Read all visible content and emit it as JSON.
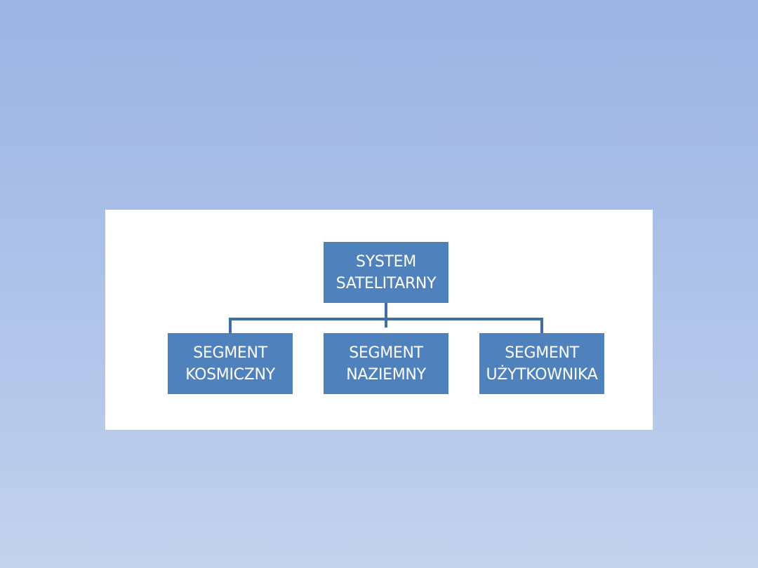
{
  "diagram": {
    "root": {
      "line1": "SYSTEM",
      "line2": "SATELITARNY"
    },
    "children": [
      {
        "line1": "SEGMENT",
        "line2": "KOSMICZNY"
      },
      {
        "line1": "SEGMENT",
        "line2": "NAZIEMNY"
      },
      {
        "line1": "SEGMENT",
        "line2": "UŻYTKOWNIKA"
      }
    ],
    "colors": {
      "node_fill": "#4f81bd",
      "node_text": "#ffffff",
      "connector": "#3f6ea3",
      "panel": "#ffffff"
    }
  }
}
